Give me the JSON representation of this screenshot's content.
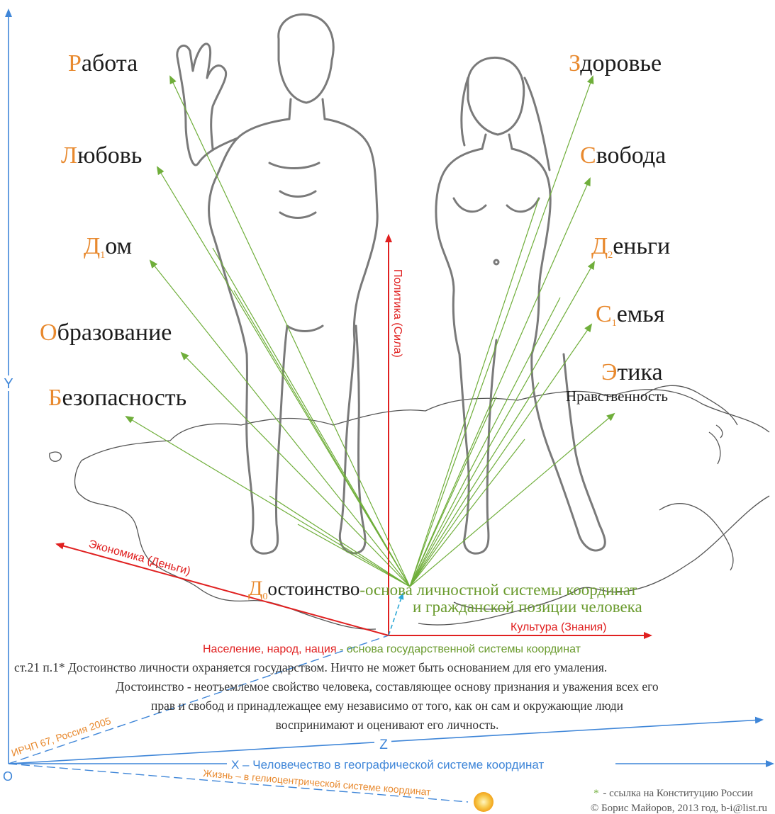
{
  "colors": {
    "axis_blue": "#3f86d8",
    "axis_red": "#e02020",
    "vector_green": "#6fae3a",
    "accent_orange": "#e8892e",
    "text_dark": "#1c1c1c",
    "caption_green": "#6a9b2e",
    "figure_line": "#7a7a7a",
    "map_line": "#555555"
  },
  "icons": [
    "male-figure-icon",
    "female-figure-icon",
    "world-map-icon",
    "sun-icon"
  ],
  "values_left": [
    {
      "cap": "Р",
      "sub": "",
      "rest": "абота"
    },
    {
      "cap": "Л",
      "sub": "",
      "rest": "юбовь"
    },
    {
      "cap": "Д",
      "sub": "1",
      "rest": "ом"
    },
    {
      "cap": "О",
      "sub": "",
      "rest": "бразование"
    },
    {
      "cap": "Б",
      "sub": "",
      "rest": "езопасность"
    }
  ],
  "values_right": [
    {
      "cap": "З",
      "sub": "",
      "rest": "доровье"
    },
    {
      "cap": "С",
      "sub": "",
      "rest": "вобода"
    },
    {
      "cap": "Д",
      "sub": "2",
      "rest": "еньги"
    },
    {
      "cap": "С",
      "sub": "1",
      "rest": "емья"
    },
    {
      "cap": "Э",
      "sub": "",
      "rest": "тика"
    }
  ],
  "ethics_sub": "Нравственность",
  "axes": {
    "y_letter": "Y",
    "z_letter": "Z",
    "origin": "O",
    "x_label": "X – Человечество в географической системе координат",
    "life_label": "Жизнь – в гелиоцентрической системе координат",
    "ircp_label": "ИРЧП 67, Россия 2005",
    "politics": "Политика (Сила)",
    "economy": "Экономика (Деньги)",
    "culture": "Культура (Знания)"
  },
  "dignity": {
    "cap": "Д",
    "sub": "0",
    "rest": "остоинство",
    "line1": "-основа личностной системы координат",
    "line2": "и гражданской позиции человека"
  },
  "population": {
    "red": "Население, народ, нация",
    "green": " - основа государственной системы координат"
  },
  "constitution": [
    "ст.21 п.1* Достоинство личности охраняется государством. Ничто не может быть основанием для его умаления.",
    "Достоинство - неотъемлемое свойство человека, составляющее основу признания и уважения всех его",
    "прав и свобод и принадлежащее ему независимо от того, как он сам и окружающие люди",
    "воспринимают и оценивают его личность."
  ],
  "footnote": "* - ссылка на Конституцию России",
  "copyright": "© Борис Майоров, 2013 год, b-i@list.ru"
}
